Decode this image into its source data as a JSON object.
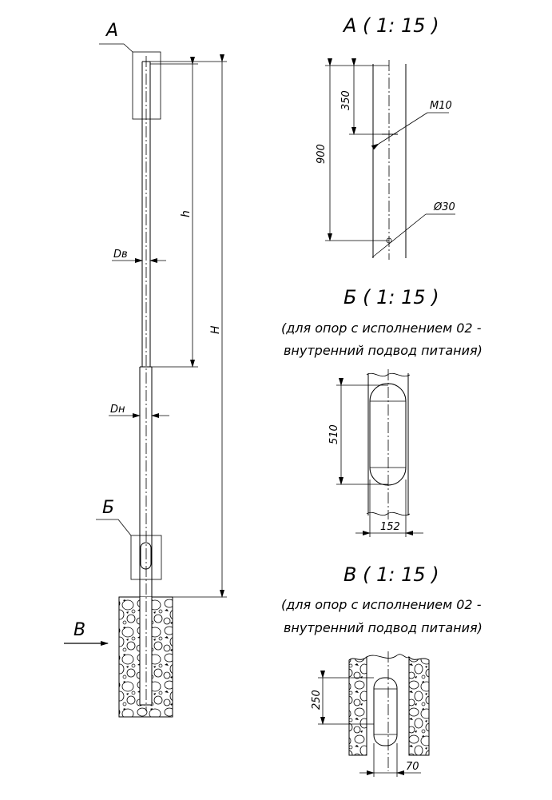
{
  "main_view": {
    "callout_a": "А",
    "callout_b": "Б",
    "arrow_v": "В",
    "dim_h_small": "h",
    "dim_h_total": "H",
    "dim_dv": "Dв",
    "dim_dn": "Dн"
  },
  "detail_a": {
    "title": "А ( 1: 15 )",
    "dim_350": "350",
    "dim_900": "900",
    "thread": "М10",
    "hole": "Ø30"
  },
  "detail_b": {
    "title": "Б ( 1: 15 )",
    "note_line1": "(для опор с исполнением 02 -",
    "note_line2": "внутренний подвод питания)",
    "dim_510": "510",
    "dim_152": "152"
  },
  "detail_v": {
    "title": "В ( 1: 15 )",
    "note_line1": "(для опор с исполнением 02 -",
    "note_line2": "внутренний подвод питания)",
    "dim_250": "250",
    "dim_70": "70"
  }
}
